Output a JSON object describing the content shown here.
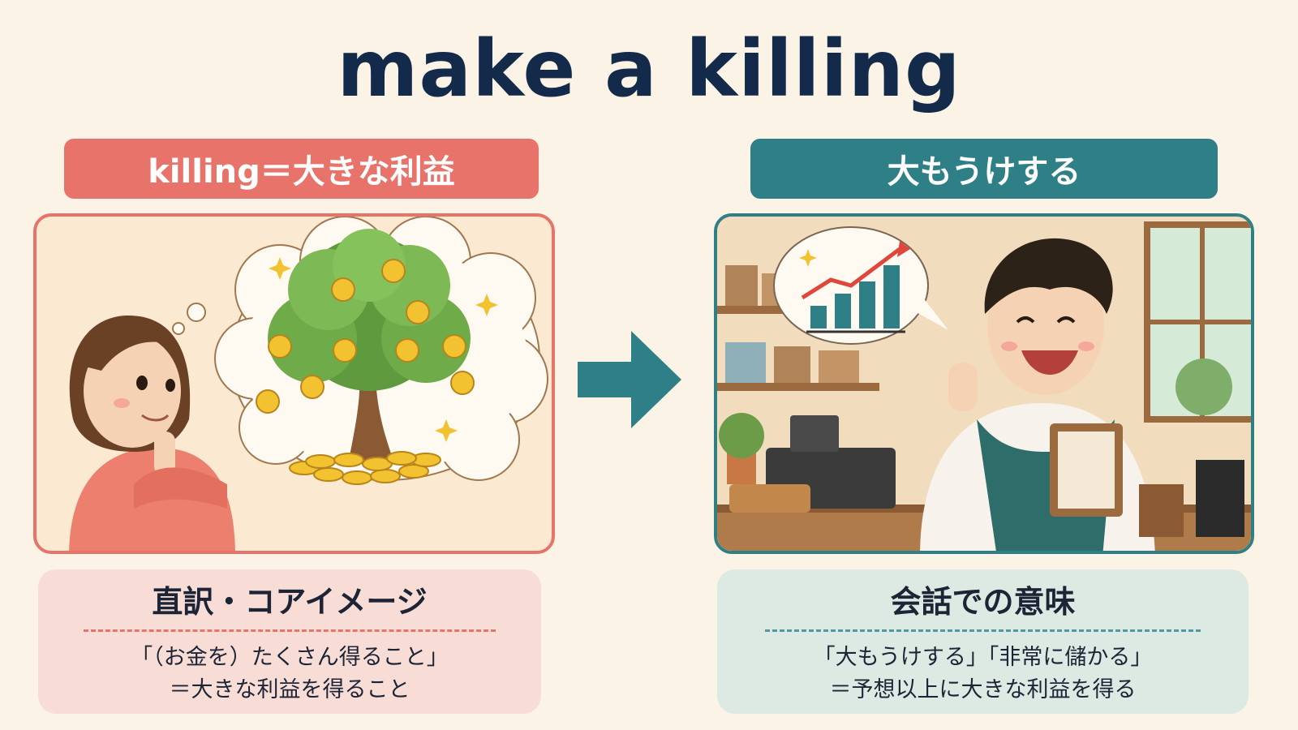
{
  "title": "make a killing",
  "left": {
    "banner": "killing＝大きな利益",
    "heading": "直訳・コアイメージ",
    "lines": [
      "「（お金を）たくさん得ること」",
      "＝大きな利益を得ること"
    ]
  },
  "right": {
    "banner": "大もうけする",
    "heading": "会話での意味",
    "lines": [
      "「大もうけする」「非常に儲かる」",
      "＝予想以上に大きな利益を得る"
    ]
  },
  "colors": {
    "background": "#fbf4e6",
    "title": "#132a4a",
    "left_accent": "#e8736a",
    "right_accent": "#2f7f87",
    "left_card": "#f8ddd6",
    "right_card": "#dde9e3"
  },
  "illustrations": {
    "left": "woman-dreaming-of-money-tree",
    "right": "shopkeeper-celebrating-rising-sales",
    "center_icon": "arrow-right-icon"
  }
}
